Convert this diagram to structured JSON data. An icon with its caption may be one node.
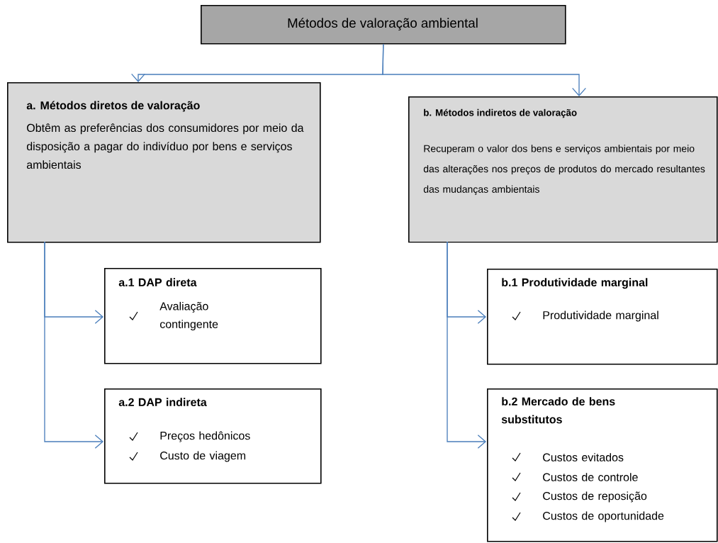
{
  "diagram": {
    "nodes": [
      {
        "text": [
          "Métodos de valoração ambiental"
        ]
      },
      {
        "text": [
          "a. Métodos diretos de valoração",
          "Obtêm as preferências dos consumidores por meio da disposição a pagar do indivíduo por bens e serviços ambientais"
        ]
      },
      {
        "text": [
          "b. Métodos indiretos de valoração",
          "Recuperam o valor dos bens e serviços ambientais por meio das alterações nos preços de produtos do mercado resultantes das mudanças ambientais"
        ]
      },
      {
        "text": [
          "a.1 DAP direta",
          "Avaliação contingente"
        ]
      },
      {
        "text": [
          "a.2 DAP indireta",
          "Preços hedônicos",
          "Custo de viagem"
        ]
      },
      {
        "text": [
          "b.1 Produtividade marginal",
          "Produtividade marginal"
        ]
      },
      {
        "text": [
          "b.2 Mercado de bens substitutos",
          "Custos evitados",
          "Custos de controle",
          "Custos de reposição",
          "Custos de oportunidade"
        ]
      }
    ],
    "edges": [
      {
        "from": 0,
        "to": 1,
        "arrow": "to"
      },
      {
        "from": 0,
        "to": 2,
        "arrow": "to"
      },
      {
        "from": 1,
        "to": 3,
        "arrow": "to"
      },
      {
        "from": 1,
        "to": 4,
        "arrow": "to"
      },
      {
        "from": 2,
        "to": 5,
        "arrow": "to"
      },
      {
        "from": 2,
        "to": 6,
        "arrow": "to"
      }
    ]
  }
}
